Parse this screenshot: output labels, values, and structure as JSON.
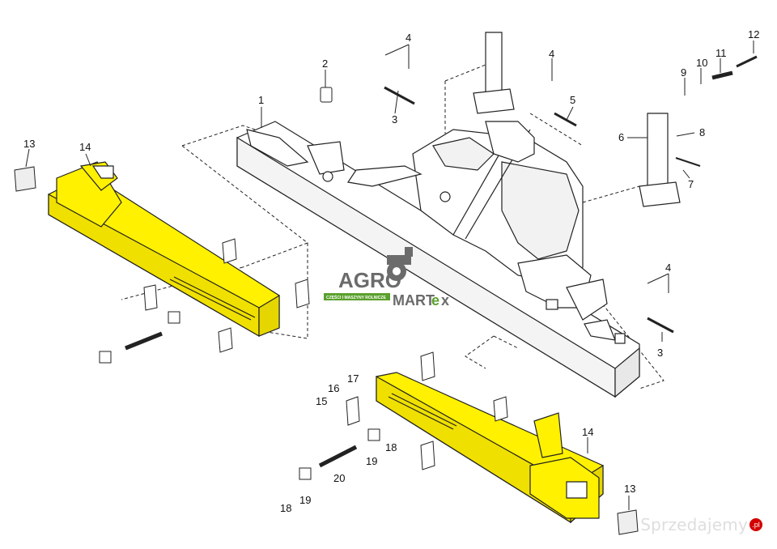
{
  "callouts": [
    {
      "id": "c1",
      "label": "1"
    },
    {
      "id": "c2",
      "label": "2"
    },
    {
      "id": "c3a",
      "label": "3"
    },
    {
      "id": "c3b",
      "label": "3"
    },
    {
      "id": "c4a",
      "label": "4"
    },
    {
      "id": "c4b",
      "label": "4"
    },
    {
      "id": "c4c",
      "label": "4"
    },
    {
      "id": "c5",
      "label": "5"
    },
    {
      "id": "c6",
      "label": "6"
    },
    {
      "id": "c7",
      "label": "7"
    },
    {
      "id": "c8",
      "label": "8"
    },
    {
      "id": "c9",
      "label": "9"
    },
    {
      "id": "c10",
      "label": "10"
    },
    {
      "id": "c11",
      "label": "11"
    },
    {
      "id": "c12",
      "label": "12"
    },
    {
      "id": "c13a",
      "label": "13"
    },
    {
      "id": "c13b",
      "label": "13"
    },
    {
      "id": "c14a",
      "label": "14"
    },
    {
      "id": "c14b",
      "label": "14"
    },
    {
      "id": "c15",
      "label": "15"
    },
    {
      "id": "c16",
      "label": "16"
    },
    {
      "id": "c17",
      "label": "17"
    },
    {
      "id": "c18a",
      "label": "18"
    },
    {
      "id": "c18b",
      "label": "18"
    },
    {
      "id": "c19a",
      "label": "19"
    },
    {
      "id": "c19b",
      "label": "19"
    },
    {
      "id": "c20",
      "label": "20"
    }
  ],
  "watermark": {
    "agro": "AGRO",
    "martex": "MART",
    "martex_e": "e",
    "martex_x": "x",
    "subtitle": "CZĘŚCI I MASZYNY ROLNICZE"
  },
  "badge": {
    "text": "Sprzedajemy",
    "suffix": ".pl"
  },
  "colors": {
    "highlight": "#fff100",
    "line": "#222222",
    "watermark": "#6b6b6b",
    "watermark_green": "#5aa02c"
  }
}
